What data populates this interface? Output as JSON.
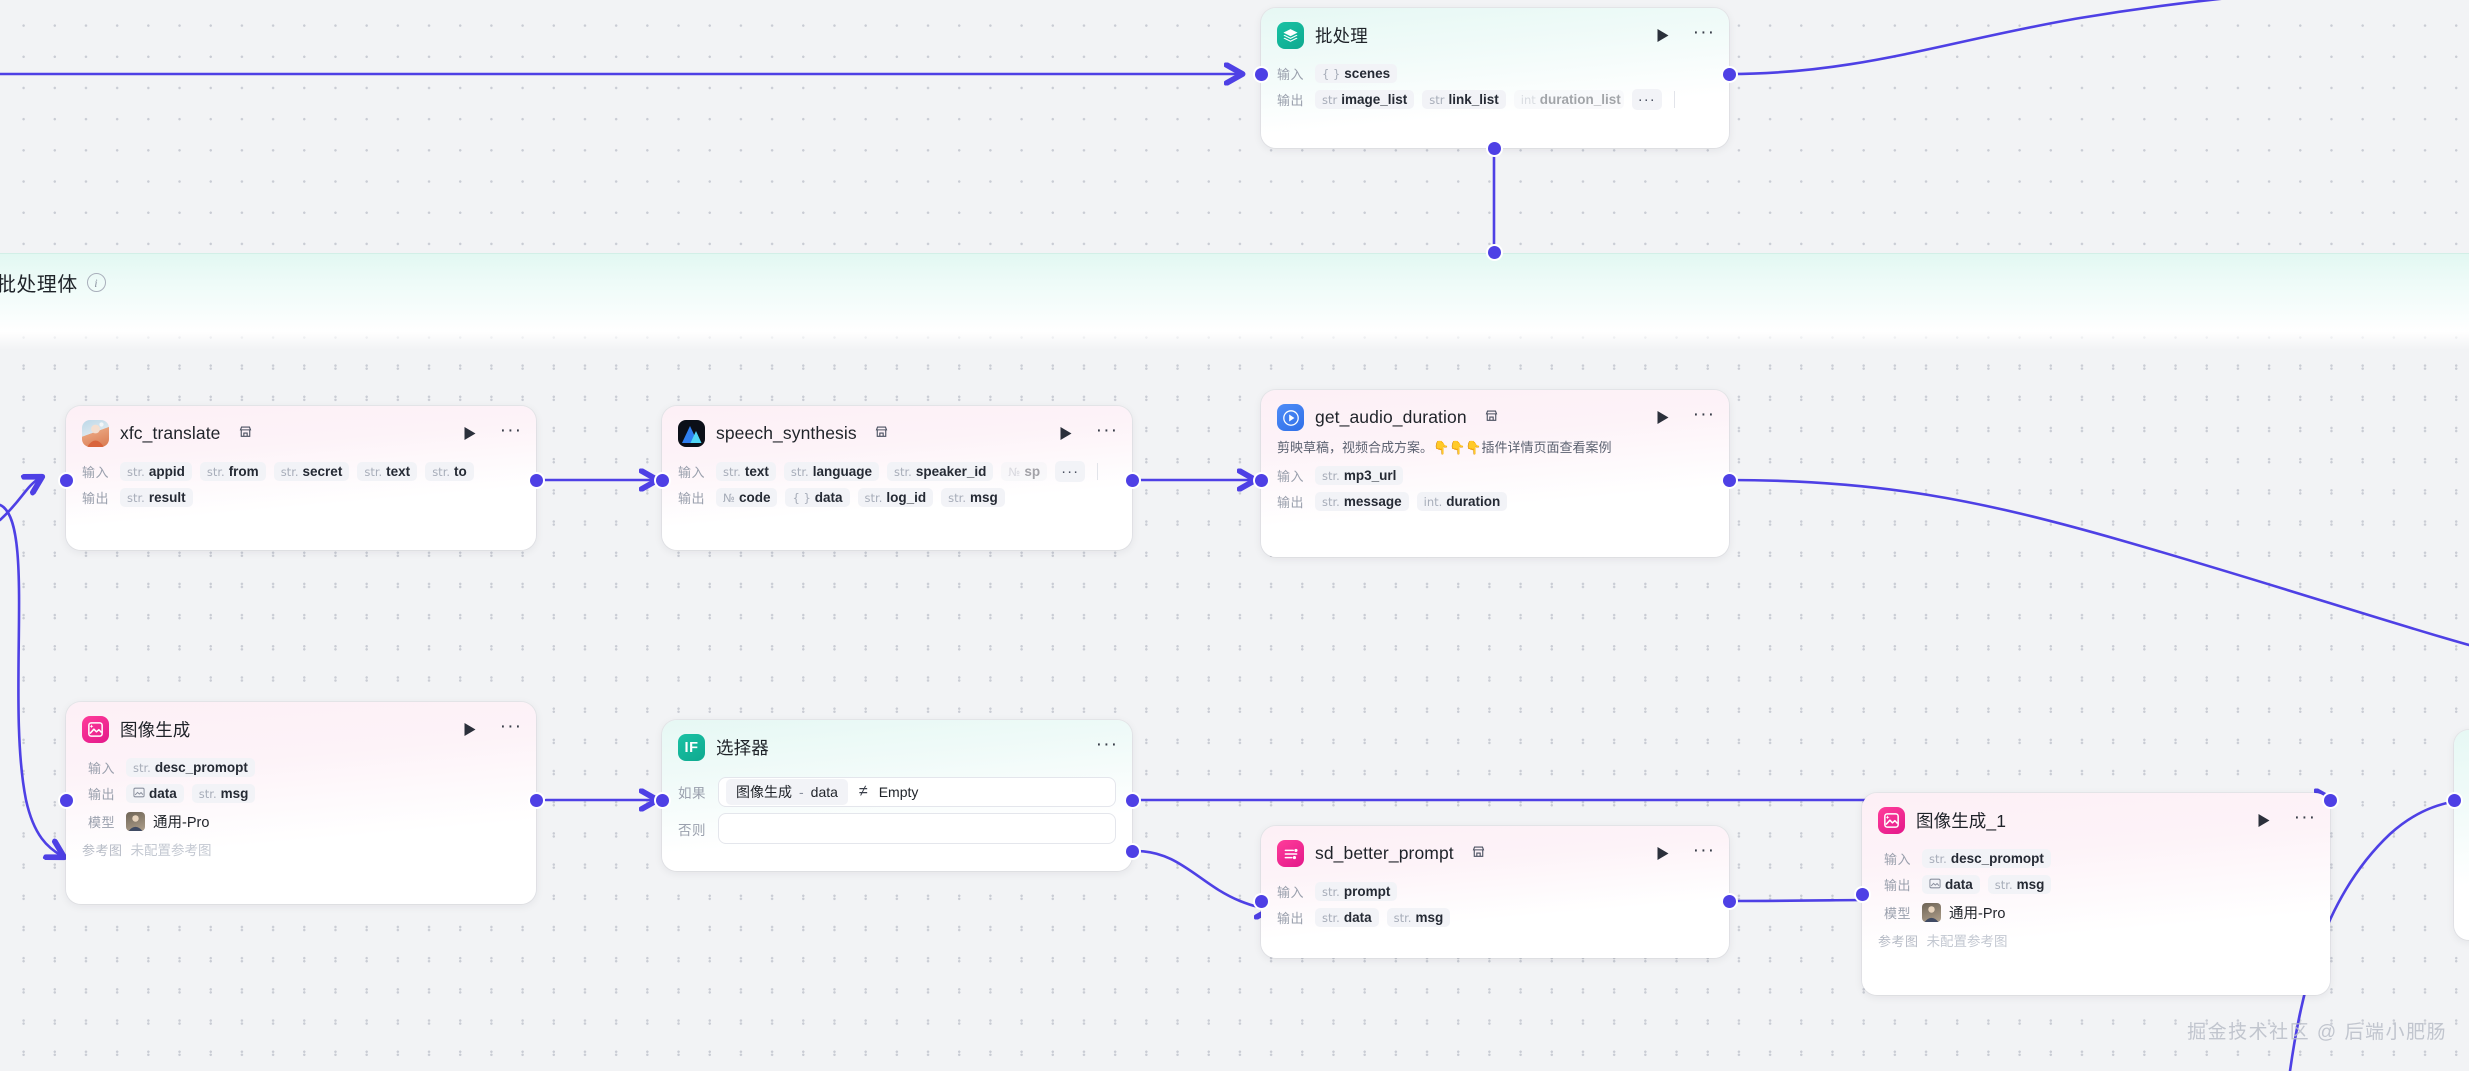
{
  "canvas": {
    "batch_body_label": "批处理体",
    "info_icon": "info-icon",
    "watermark": "掘金技术社区 @ 后端小肥肠"
  },
  "labels": {
    "input": "输入",
    "output": "输出",
    "model": "模型",
    "reference_image": "参考图",
    "if": "如果",
    "else": "否则",
    "more": "···",
    "run": "▶"
  },
  "nodes": {
    "batch": {
      "title": "批处理",
      "icon": "layers-icon",
      "tint": "teal",
      "has_plugin_badge": false,
      "has_run": true,
      "inputs": [
        {
          "type": "{ }",
          "name": "scenes"
        }
      ],
      "outputs": [
        {
          "type": "str",
          "name": "image_list"
        },
        {
          "type": "str",
          "name": "link_list"
        },
        {
          "type": "int",
          "name": "duration_list"
        }
      ],
      "outputs_overflow": "···"
    },
    "xfc_translate": {
      "title": "xfc_translate",
      "icon": "plugin-avatar-icon",
      "tint": "pink",
      "has_plugin_badge": true,
      "has_run": true,
      "inputs": [
        {
          "type": "str.",
          "name": "appid"
        },
        {
          "type": "str.",
          "name": "from"
        },
        {
          "type": "str.",
          "name": "secret"
        },
        {
          "type": "str.",
          "name": "text"
        },
        {
          "type": "str.",
          "name": "to"
        }
      ],
      "outputs": [
        {
          "type": "str.",
          "name": "result"
        }
      ]
    },
    "speech_synthesis": {
      "title": "speech_synthesis",
      "icon": "mountain-icon",
      "tint": "pink",
      "has_plugin_badge": true,
      "has_run": true,
      "inputs": [
        {
          "type": "str.",
          "name": "text"
        },
        {
          "type": "str.",
          "name": "language"
        },
        {
          "type": "str.",
          "name": "speaker_id"
        },
        {
          "type": "№",
          "name": "sp"
        }
      ],
      "inputs_overflow": "···",
      "outputs": [
        {
          "type": "№",
          "name": "code"
        },
        {
          "type": "{ }",
          "name": "data"
        },
        {
          "type": "str.",
          "name": "log_id"
        },
        {
          "type": "str.",
          "name": "msg"
        }
      ]
    },
    "get_audio_duration": {
      "title": "get_audio_duration",
      "icon": "play-video-icon",
      "tint": "pink",
      "has_plugin_badge": true,
      "has_run": true,
      "description": "剪映草稿，视频合成方案。👇👇👇插件详情页面查看案例",
      "inputs": [
        {
          "type": "str.",
          "name": "mp3_url"
        }
      ],
      "outputs": [
        {
          "type": "str.",
          "name": "message"
        },
        {
          "type": "int.",
          "name": "duration"
        }
      ]
    },
    "image_gen": {
      "title": "图像生成",
      "icon": "image-sparkle-icon",
      "tint": "pink",
      "has_plugin_badge": false,
      "has_run": true,
      "inputs": [
        {
          "type": "str.",
          "name": "desc_promopt"
        }
      ],
      "outputs": [
        {
          "type": "img",
          "name": "data"
        },
        {
          "type": "str.",
          "name": "msg"
        }
      ],
      "model_name": "通用-Pro",
      "model_avatar": "person-avatar-icon",
      "reference_value": "未配置参考图"
    },
    "selector": {
      "title": "选择器",
      "icon": "if-icon",
      "tint": "teal",
      "has_plugin_badge": false,
      "has_run": false,
      "if_var_node": "图像生成",
      "if_var_sep": "-",
      "if_var_field": "data",
      "if_operator": "≠",
      "if_value": "Empty",
      "else_value": ""
    },
    "sd_better_prompt": {
      "title": "sd_better_prompt",
      "icon": "sliders-icon",
      "tint": "pink",
      "has_plugin_badge": true,
      "has_run": true,
      "inputs": [
        {
          "type": "str.",
          "name": "prompt"
        }
      ],
      "outputs": [
        {
          "type": "str.",
          "name": "data"
        },
        {
          "type": "str.",
          "name": "msg"
        }
      ]
    },
    "image_gen_1": {
      "title": "图像生成_1",
      "icon": "image-sparkle-icon",
      "tint": "pink",
      "has_plugin_badge": false,
      "has_run": true,
      "inputs": [
        {
          "type": "str.",
          "name": "desc_promopt"
        }
      ],
      "outputs": [
        {
          "type": "img",
          "name": "data"
        },
        {
          "type": "str.",
          "name": "msg"
        }
      ],
      "model_name": "通用-Pro",
      "model_avatar": "person-avatar-icon",
      "reference_value": "未配置参考图"
    }
  },
  "colors": {
    "edge": "#4e40e5",
    "port": "#4e40e5",
    "canvas_bg": "#f2f3f5",
    "batch_body_bg": "#e2f8f2",
    "accent_pink": "#f5308f",
    "accent_teal": "#13b49a"
  }
}
